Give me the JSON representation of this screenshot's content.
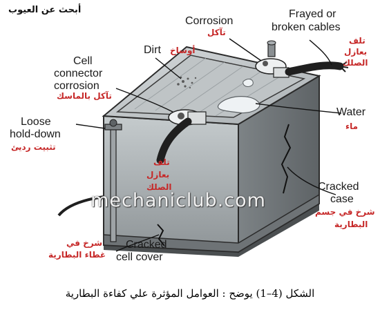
{
  "heading": "أبحث عن العيوب",
  "labels": {
    "corrosion": {
      "en": "Corrosion",
      "ar": "تآكل"
    },
    "frayed": {
      "en_line1": "Frayed or",
      "en_line2": "broken cables",
      "ar_line1": "تلف",
      "ar_line2": "بعازل",
      "ar_line3": "الصلك"
    },
    "dirt": {
      "en": "Dirt",
      "ar": "أوساخ"
    },
    "cell_connector": {
      "en_line1": "Cell",
      "en_line2": "connector",
      "en_line3": "corrosion",
      "ar": "تآكل بالماسك"
    },
    "water": {
      "en": "Water",
      "ar": "ماء"
    },
    "loose_holddown": {
      "en_line1": "Loose",
      "en_line2": "hold-down",
      "ar": "تثبيت رديئ"
    },
    "center_cable": {
      "ar_line1": "تلف",
      "ar_line2": "بعازل",
      "ar_line3": "الصلك"
    },
    "cracked_case": {
      "en_line1": "Cracked",
      "en_line2": "case",
      "ar_line1": "شرخ في جسم",
      "ar_line2": "البطارية"
    },
    "cover_crack_ar": {
      "ar_line1": "شرخ في",
      "ar_line2": "غطاء البطارية"
    },
    "cracked_cover": {
      "en_line1": "Cracked",
      "en_line2": "cell cover"
    }
  },
  "watermark": "mechaniclub.com",
  "caption": "الشكل (4–1) يوضح : العوامل المؤثرة علي كفاءة البطارية",
  "colors": {
    "arabic_label": "#c62828",
    "english_label": "#1a1a1a",
    "battery_body": "#b9bfc2",
    "battery_shadow": "#6f7477"
  }
}
